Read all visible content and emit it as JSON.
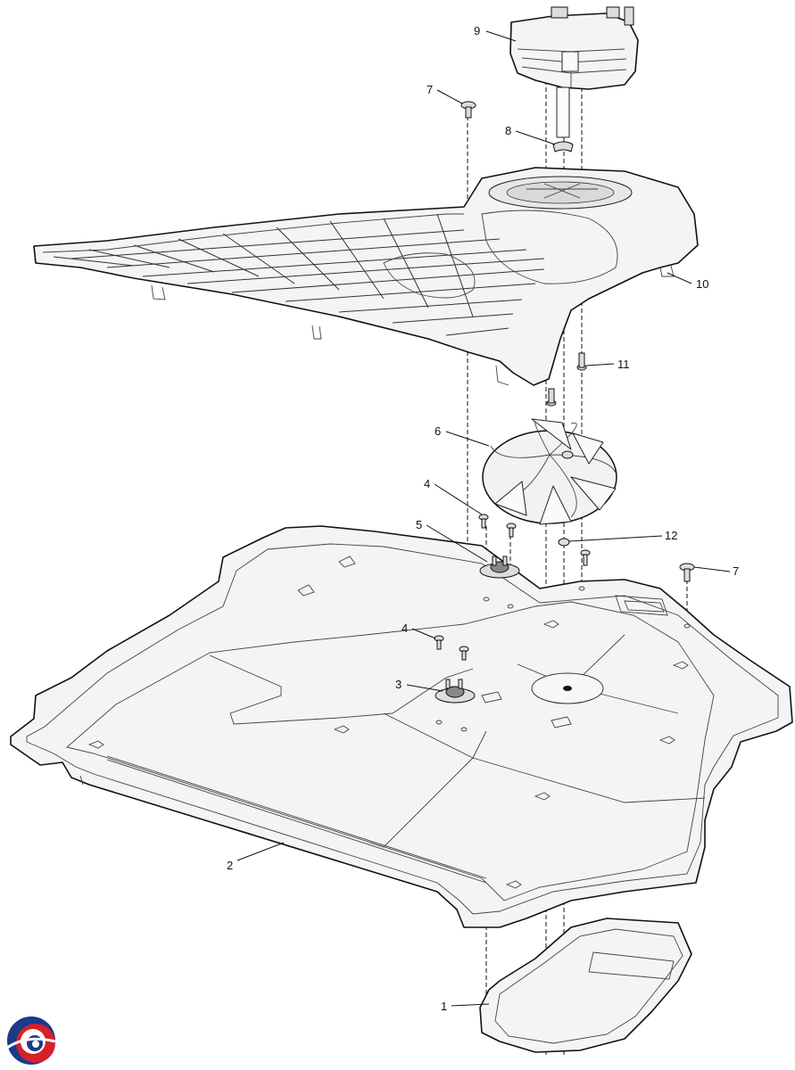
{
  "diagram": {
    "callouts": [
      "1",
      "2",
      "3",
      "4",
      "4",
      "5",
      "6",
      "7",
      "7",
      "8",
      "9",
      "10",
      "11",
      "12"
    ]
  },
  "logo": {
    "name": "brand-logo",
    "colors": [
      "#1a3a8a",
      "#d6202a",
      "#ffffff"
    ]
  }
}
